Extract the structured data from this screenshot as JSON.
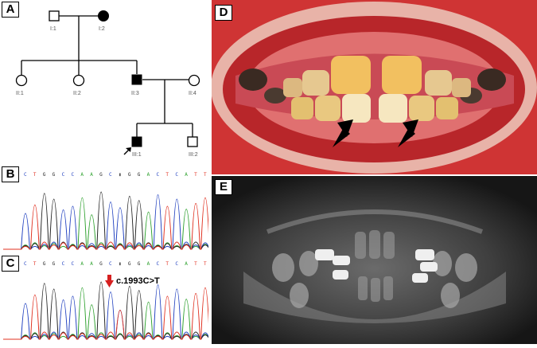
{
  "panels": {
    "A": {
      "label": "A",
      "individuals": [
        {
          "id": "I:1"
        },
        {
          "id": "I:2"
        },
        {
          "id": "II:1"
        },
        {
          "id": "II:2"
        },
        {
          "id": "II:3"
        },
        {
          "id": "II:4"
        },
        {
          "id": "III:1"
        },
        {
          "id": "III:2"
        }
      ]
    },
    "B": {
      "label": "B",
      "sequence": [
        "C",
        "T",
        "G",
        "G",
        "C",
        "C",
        "A",
        "A",
        "G",
        "C",
        "",
        "G",
        "G",
        "A",
        "C",
        "T",
        "C",
        "A",
        "T",
        "T"
      ]
    },
    "C": {
      "label": "C",
      "sequence": [
        "C",
        "T",
        "G",
        "G",
        "C",
        "C",
        "A",
        "A",
        "G",
        "C",
        "",
        "G",
        "G",
        "A",
        "C",
        "T",
        "C",
        "A",
        "T",
        "T"
      ],
      "mutation": "c.1993C>T"
    },
    "D": {
      "label": "D"
    },
    "E": {
      "label": "E"
    }
  },
  "colors": {
    "base_A": "#2ca02c",
    "base_C": "#1f3fbf",
    "base_G": "#222222",
    "base_T": "#e03020",
    "affected": "#000000",
    "arrow": "#d62020"
  }
}
